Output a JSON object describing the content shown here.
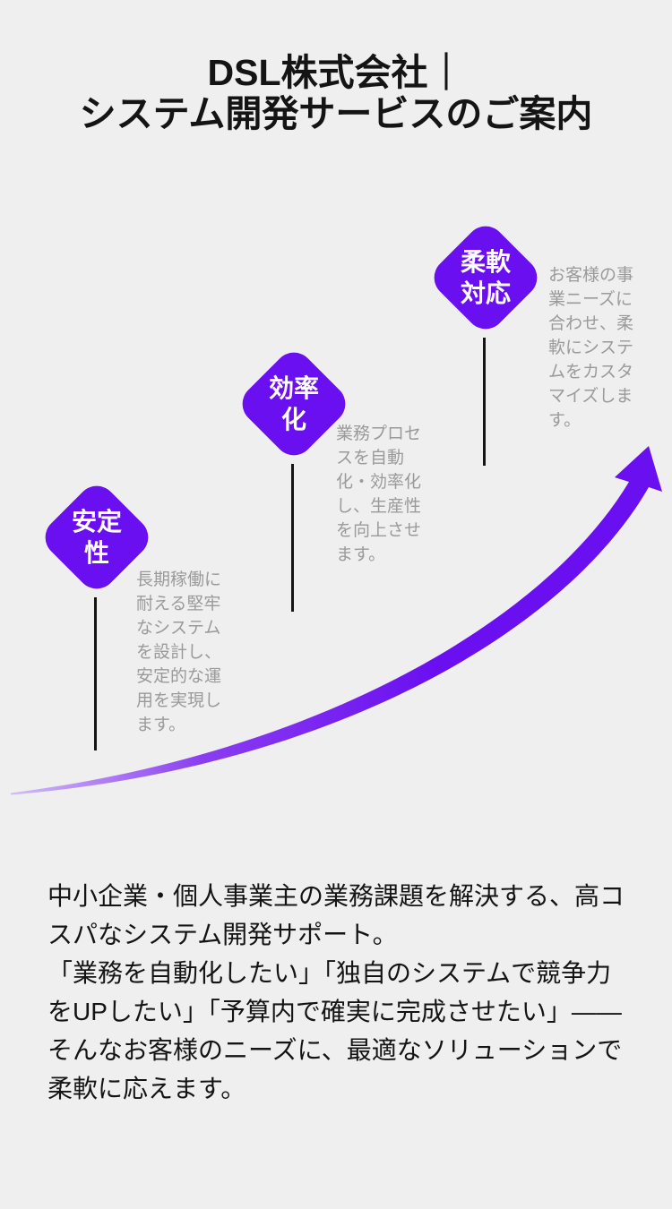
{
  "title": {
    "line1": "DSL株式会社｜",
    "line2": "システム開発サービスのご案内"
  },
  "diagram": {
    "items": [
      {
        "id": "stability",
        "label": "安定\n性",
        "description": "長期稼働に\n耐える堅牢\nなシステム\nを設計し、\n安定的な運\n用を実現し\nます。"
      },
      {
        "id": "efficiency",
        "label": "効率\n化",
        "description": "業務プロセ\nスを自動\n化・効率化\nし、生産性\nを向上させ\nます。"
      },
      {
        "id": "flexibility",
        "label": "柔軟\n対応",
        "description": "お客様の事\n業ニーズに\n合わせ、柔\n軟にシステ\nムをカスタ\nマイズしま\nす。"
      }
    ],
    "arrow_meaning": "growth-curve-arrow"
  },
  "body": {
    "text": "中小企業・個人事業主の業務課題を解決する、高コ\nスパなシステム開発サポート。\n「業務を自動化したい」「独自のシステムで競争力\nをUPしたい」「予算内で確実に完成させたい」——\nそんなお客様のニーズに、最適なソリューションで\n柔軟に応えます。"
  },
  "colors": {
    "background": "#efefef",
    "accent": "#6a0ff0",
    "accent_light": "#d6c4f6",
    "ink": "#141414",
    "muted": "#9a9a9a"
  }
}
